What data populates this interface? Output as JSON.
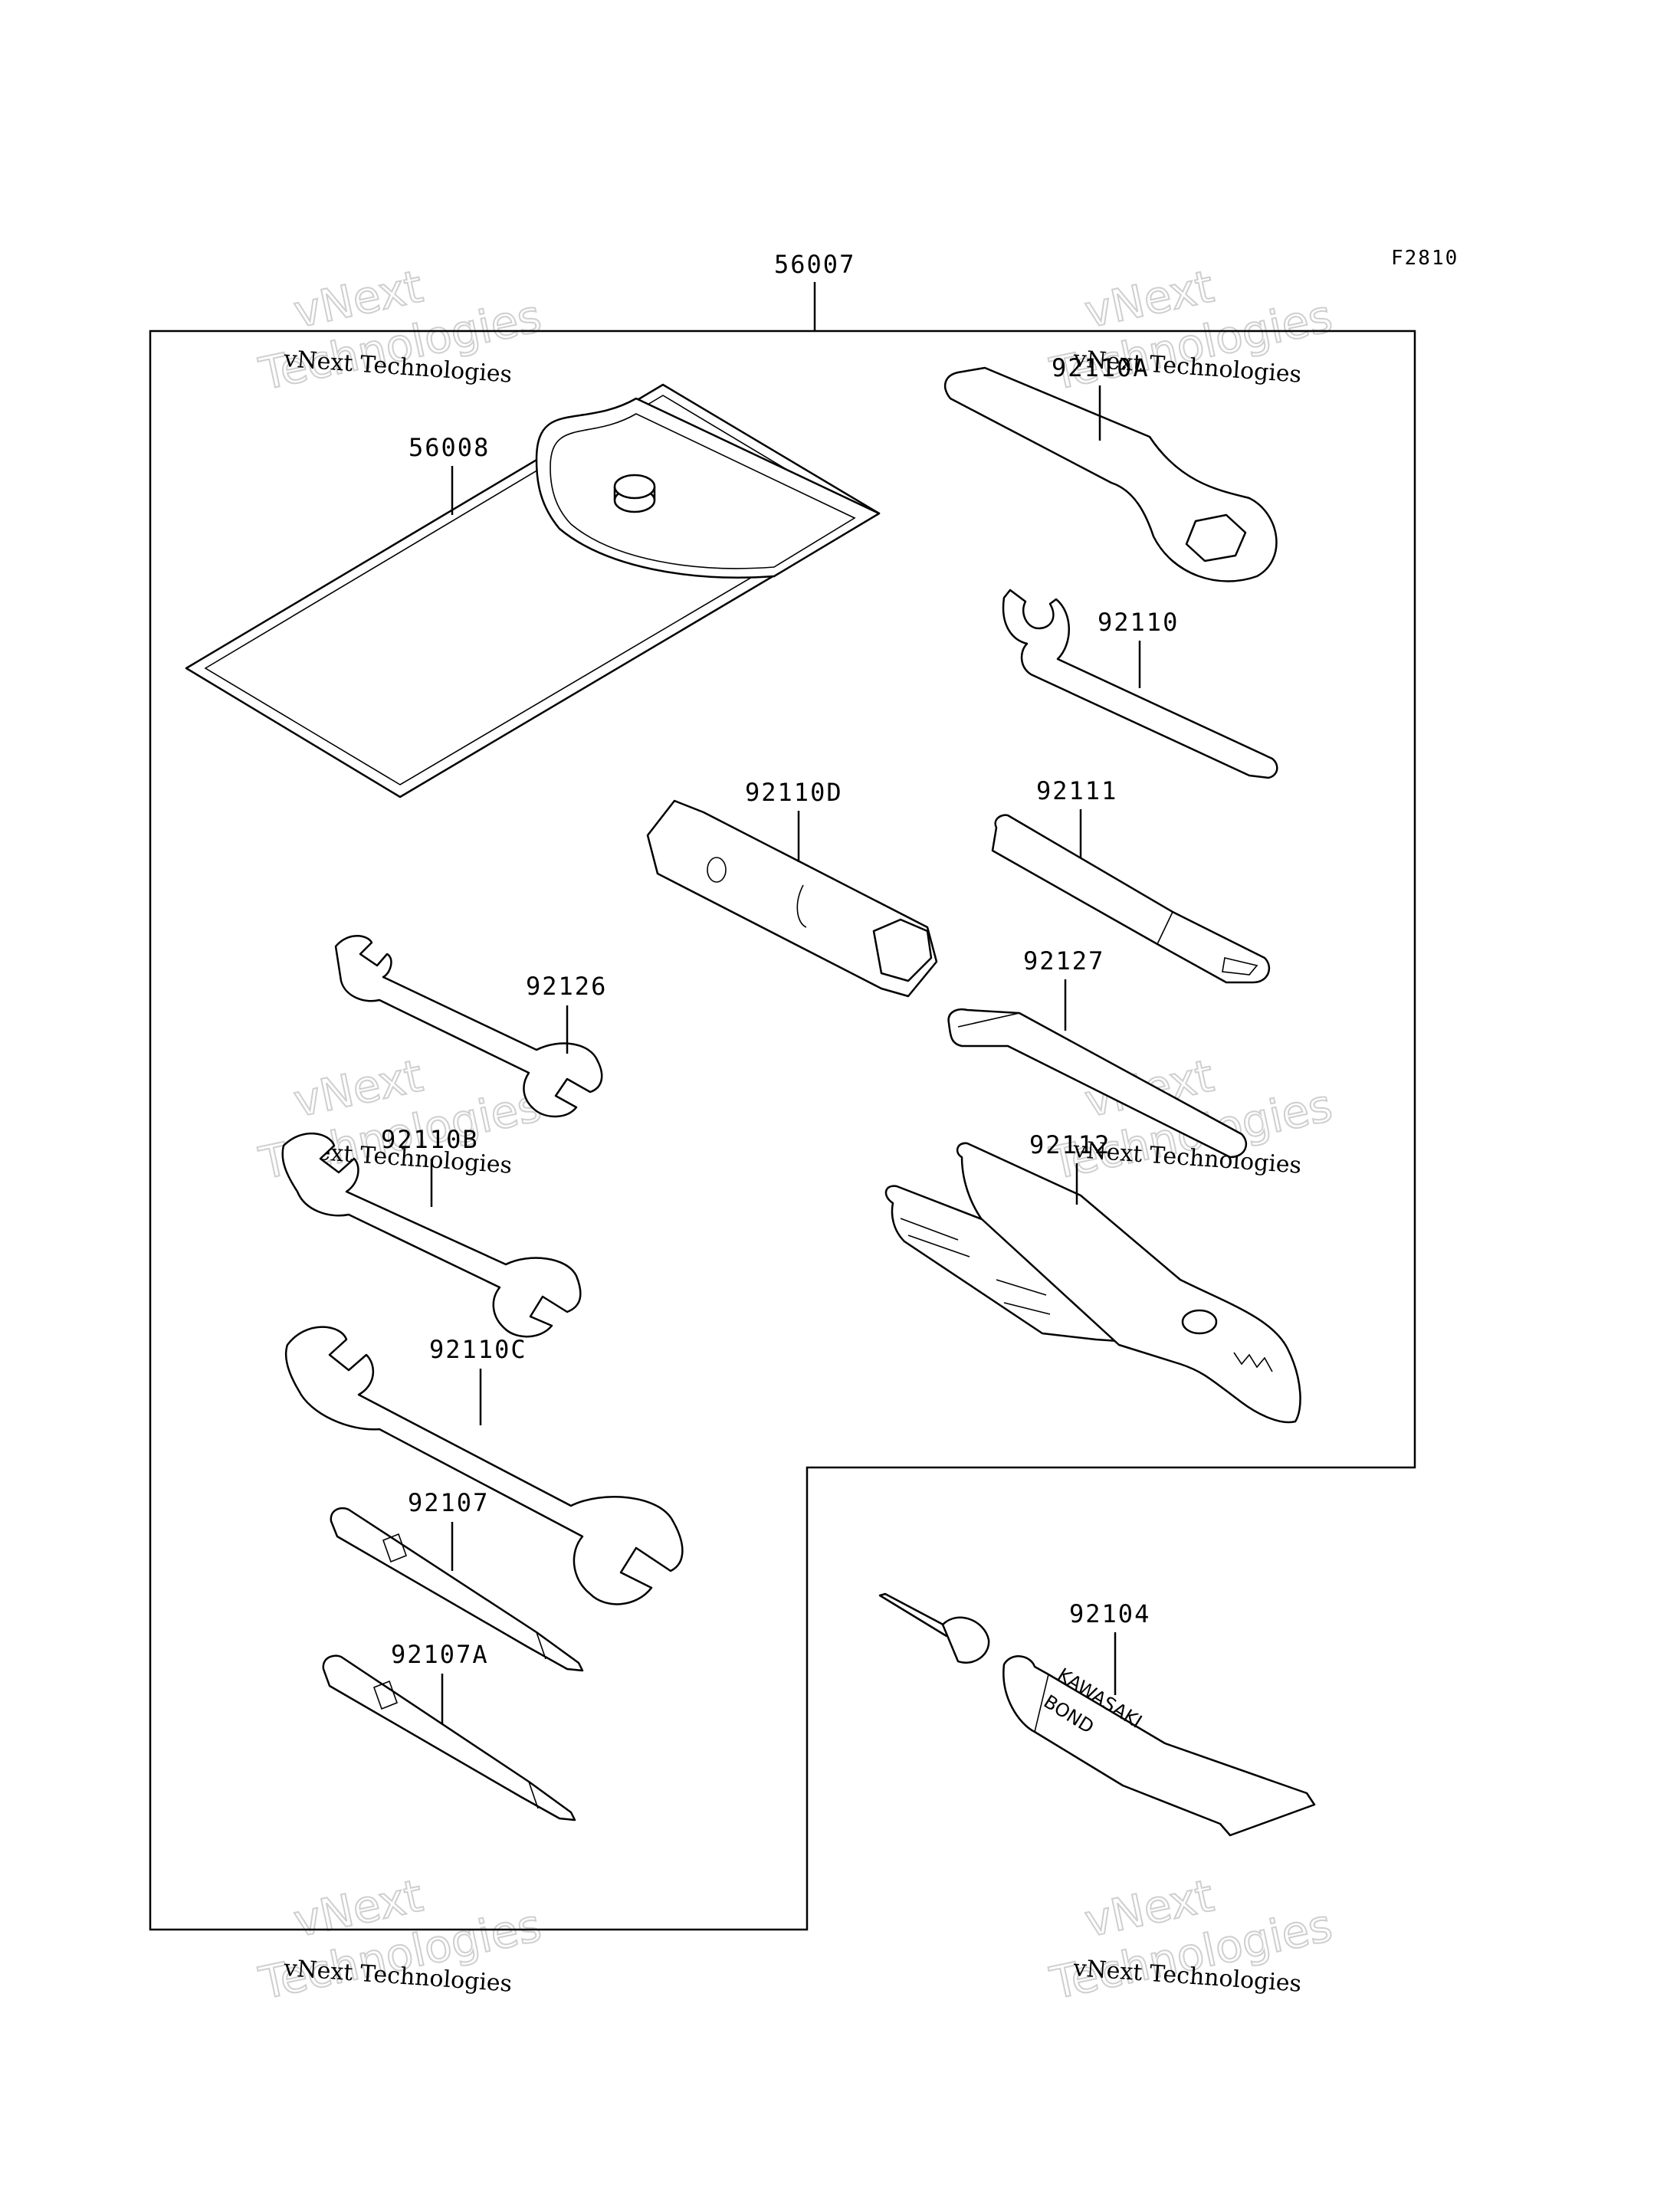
{
  "figure_code": "F2810",
  "assembly": {
    "part_number": "56007"
  },
  "parts": [
    {
      "id": "56008",
      "label": "56008",
      "icon": "tool-bag-icon"
    },
    {
      "id": "92110A",
      "label": "92110A",
      "icon": "ring-wrench-icon"
    },
    {
      "id": "92110",
      "label": "92110",
      "icon": "hook-spanner-icon"
    },
    {
      "id": "92110D",
      "label": "92110D",
      "icon": "box-spanner-icon"
    },
    {
      "id": "92111",
      "label": "92111",
      "icon": "tommy-bar-icon"
    },
    {
      "id": "92126",
      "label": "92126",
      "icon": "open-end-wrench-icon"
    },
    {
      "id": "92127",
      "label": "92127",
      "icon": "hex-key-icon"
    },
    {
      "id": "92110B",
      "label": "92110B",
      "icon": "open-end-wrench-icon"
    },
    {
      "id": "92112",
      "label": "92112",
      "icon": "pliers-icon"
    },
    {
      "id": "92110C",
      "label": "92110C",
      "icon": "open-end-wrench-icon"
    },
    {
      "id": "92107",
      "label": "92107",
      "icon": "screwdriver-bit-icon"
    },
    {
      "id": "92107A",
      "label": "92107A",
      "icon": "screwdriver-bit-icon"
    },
    {
      "id": "92104",
      "label": "92104",
      "icon": "bond-tube-icon"
    }
  ],
  "tube_print": {
    "brand": "KAWASAKI",
    "product": "BOND"
  },
  "watermark": {
    "line1": "vNext",
    "line2": "Technologies",
    "caption": "vNext Technologies"
  }
}
